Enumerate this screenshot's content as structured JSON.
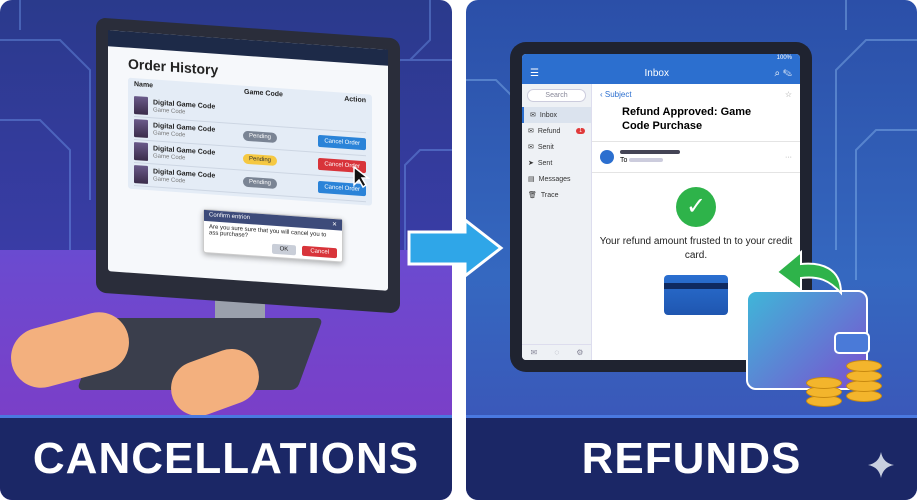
{
  "left": {
    "banner": "CANCELLATIONS",
    "screen": {
      "title": "Order History",
      "headers": {
        "name": "Name",
        "code": "Game Code",
        "action": "Action"
      },
      "rows": [
        {
          "name": "Digital Game Code",
          "sub": "Game Code",
          "status": "",
          "action": ""
        },
        {
          "name": "Digital Game Code",
          "sub": "Game Code",
          "status": "Pending",
          "action": "Cancel Order"
        },
        {
          "name": "Digital Game Code",
          "sub": "Game Code",
          "status": "Pending",
          "action": "Cancel Order"
        },
        {
          "name": "Digital Game Code",
          "sub": "Game Code",
          "status": "Pending",
          "action": "Cancel Order"
        }
      ],
      "dialog": {
        "title": "Confirm entrion",
        "close": "✕",
        "text": "Are you sure sure that you will cancel you to ass purchase?",
        "ok": "OK",
        "cancel": "Cancel"
      }
    }
  },
  "right": {
    "banner": "REFUNDS",
    "email": {
      "app_title": "Inbox",
      "status": "100%",
      "search": "Search",
      "folders": [
        {
          "label": "Inbox",
          "icon": "✉"
        },
        {
          "label": "Refund",
          "icon": "✉",
          "badge": "1"
        },
        {
          "label": "Senit",
          "icon": "✉"
        },
        {
          "label": "Sent",
          "icon": "➤"
        },
        {
          "label": "Messages",
          "icon": "▤"
        },
        {
          "label": "Trace",
          "icon": "🗑"
        }
      ],
      "subject_label": "Subject",
      "heading": "Refund Approved: Game Code Purchase",
      "to": "To",
      "more": "···",
      "message": "Your refund amount frusted tn to your credit card."
    }
  },
  "colors": {
    "accent": "#2c6fcf",
    "success": "#2eb34a",
    "danger": "#d8343a",
    "banner": "#1b2766"
  }
}
